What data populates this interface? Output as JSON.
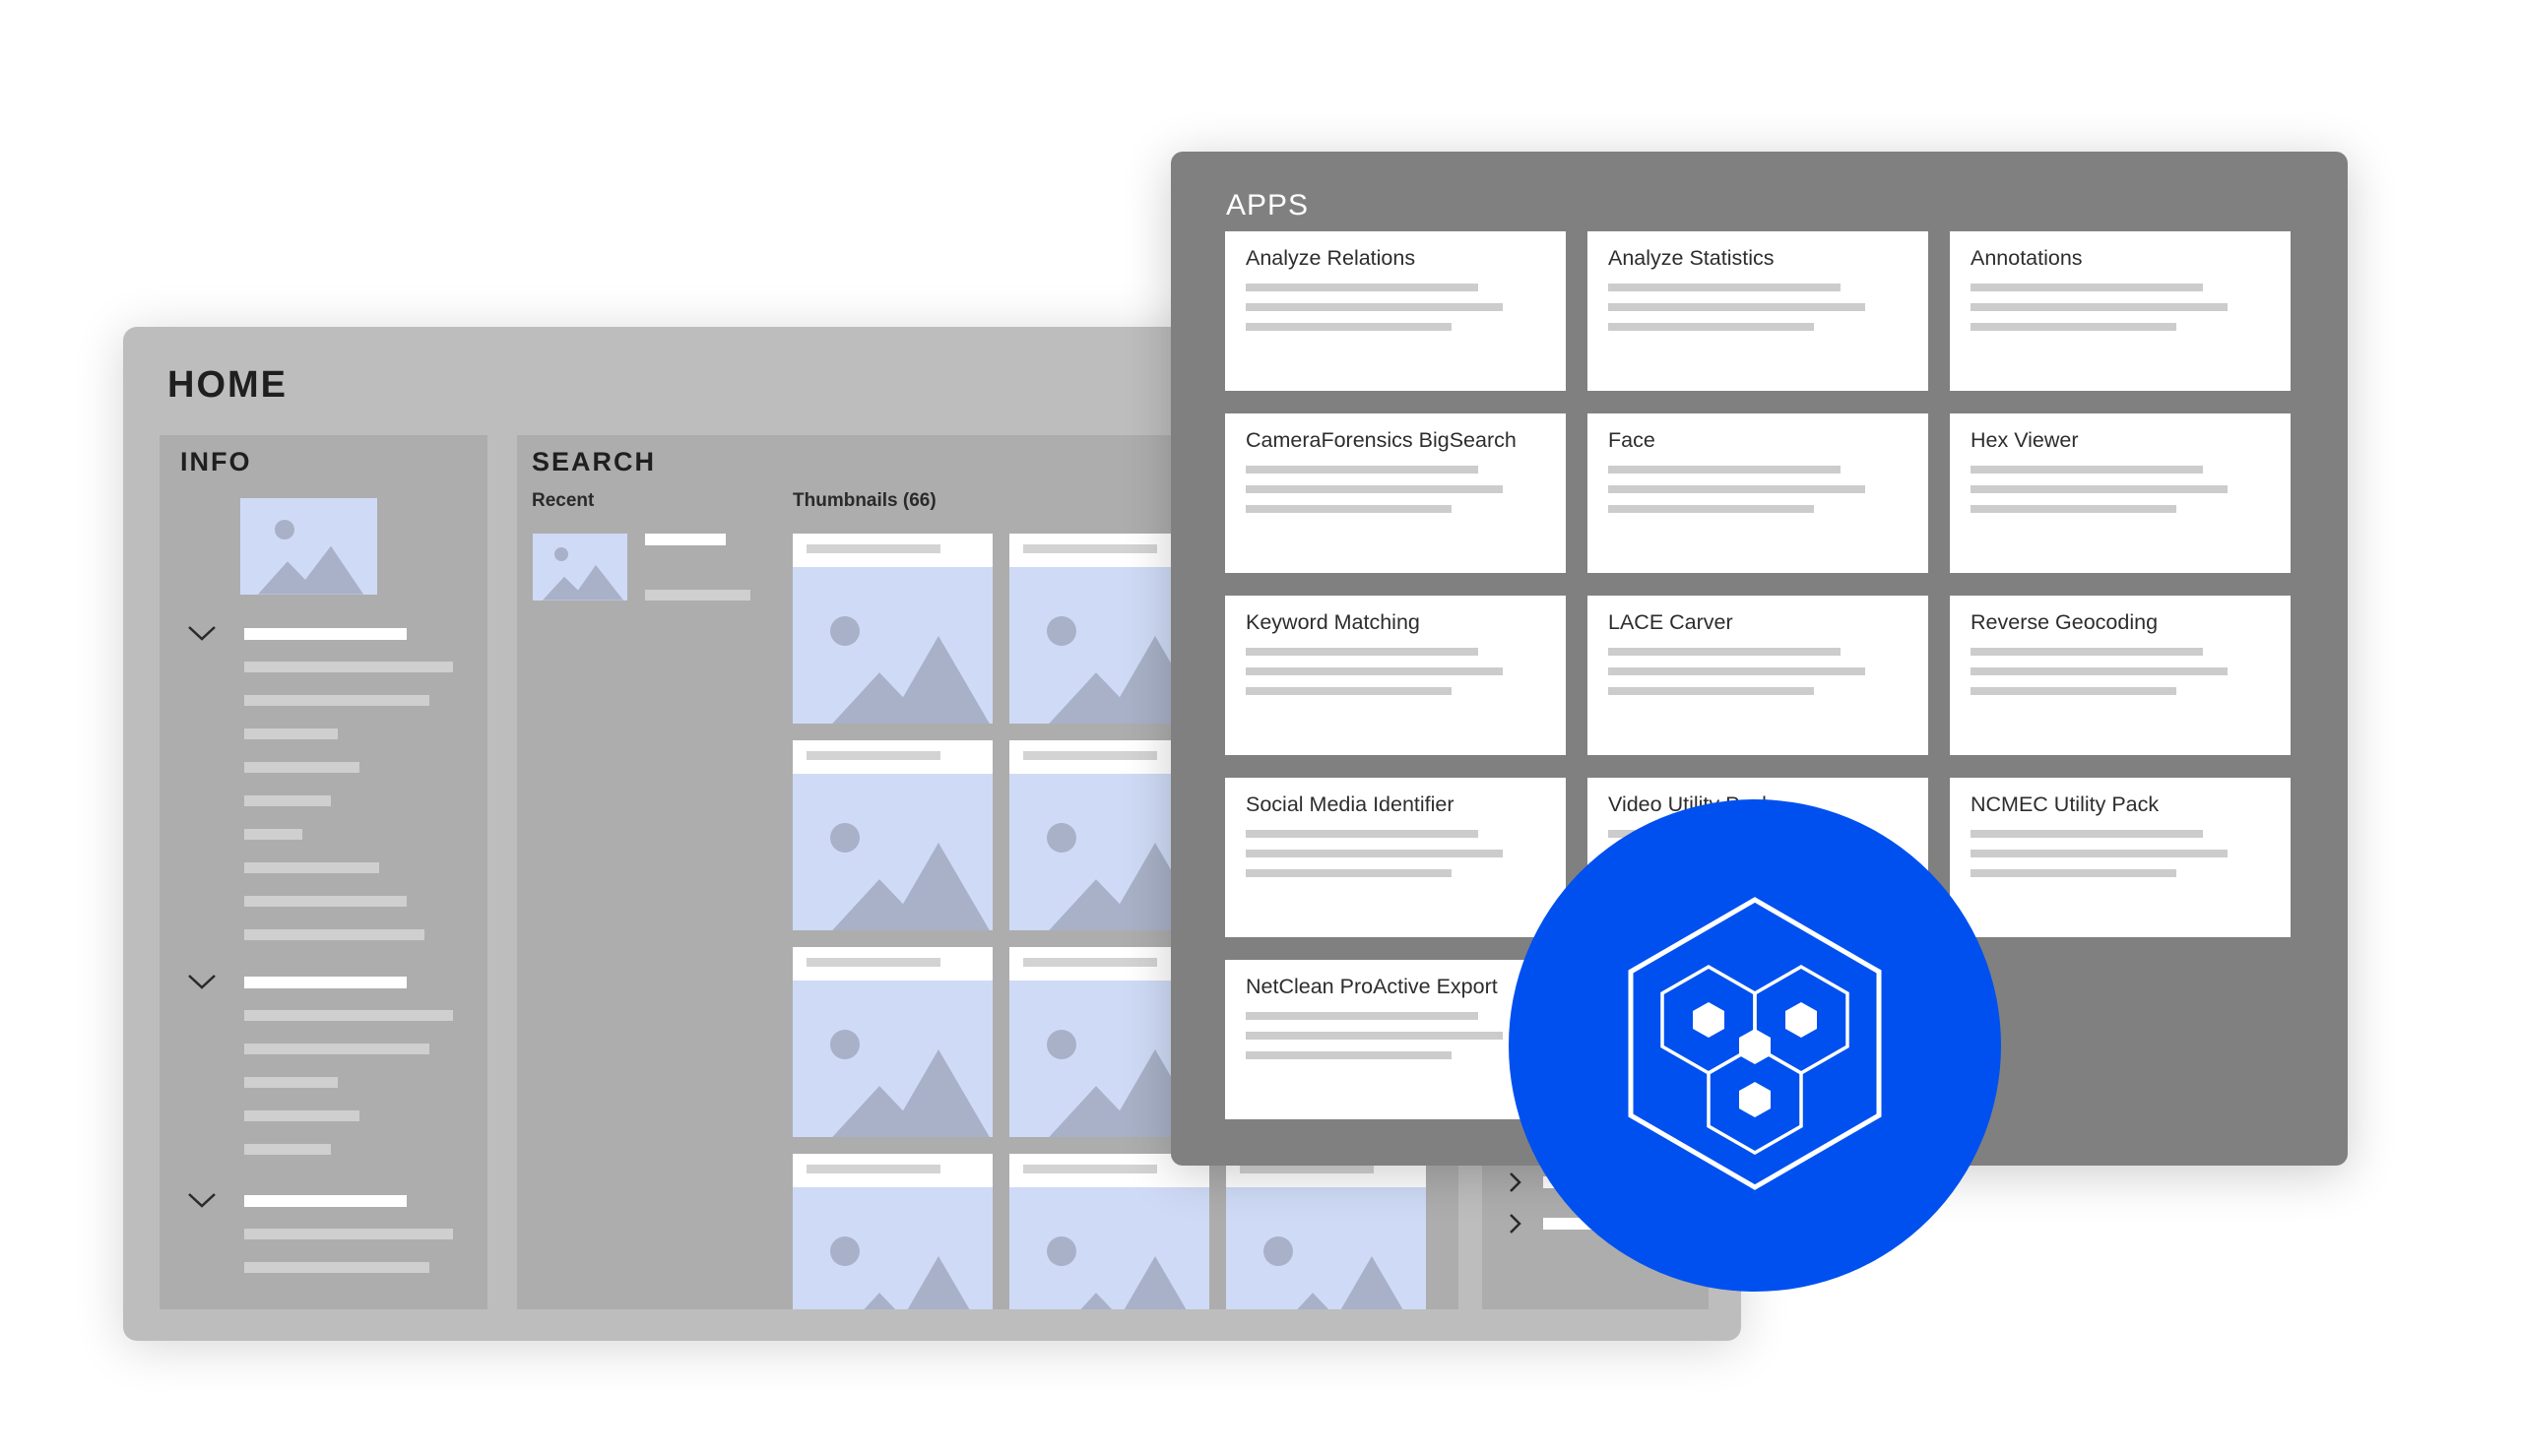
{
  "home": {
    "title": "HOME",
    "info": {
      "title": "INFO"
    },
    "search": {
      "title": "SEARCH",
      "recent_label": "Recent",
      "thumbnails_label": "Thumbnails (66)"
    }
  },
  "apps": {
    "title": "APPS",
    "items": [
      "Analyze Relations",
      "Analyze Statistics",
      "Annotations",
      "CameraForensics BigSearch",
      "Face",
      "Hex Viewer",
      "Keyword Matching",
      "LACE Carver",
      "Reverse Geocoding",
      "Social Media Identifier",
      "Video Utility Pack",
      "NCMEC Utility Pack",
      "NetClean ProActive Export"
    ]
  },
  "colors": {
    "accent": "#0050ef",
    "image_placeholder": "#cfdbf6",
    "apps_bg": "#808080",
    "home_bg": "#bdbdbd"
  },
  "icons": [
    "chevron-down-icon",
    "chevron-right-icon",
    "image-placeholder-icon",
    "hexagon-cubes-logo"
  ]
}
